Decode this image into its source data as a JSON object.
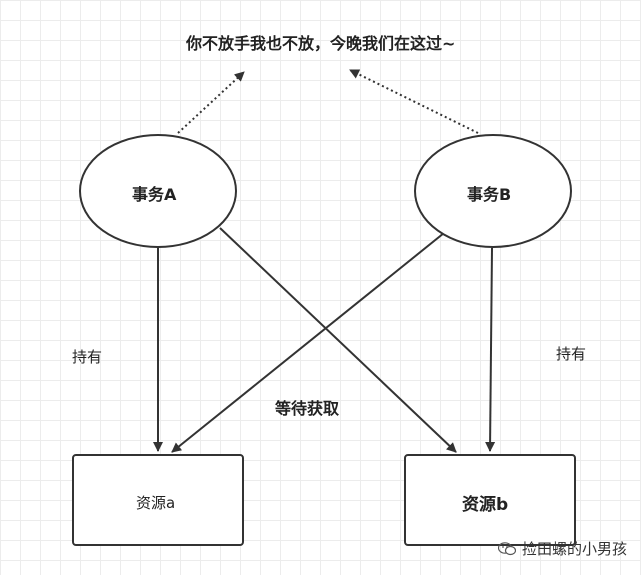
{
  "caption": "你不放手我也不放，今晚我们在这过~",
  "transactions": {
    "a": "事务A",
    "b": "事务B"
  },
  "resources": {
    "a": "资源a",
    "b": "资源b"
  },
  "edge_labels": {
    "hold_left": "持有",
    "hold_right": "持有",
    "waiting": "等待获取"
  },
  "watermark": "捡田螺的小男孩",
  "colors": {
    "stroke": "#333333",
    "text": "#222222",
    "grid": "#ececec"
  }
}
